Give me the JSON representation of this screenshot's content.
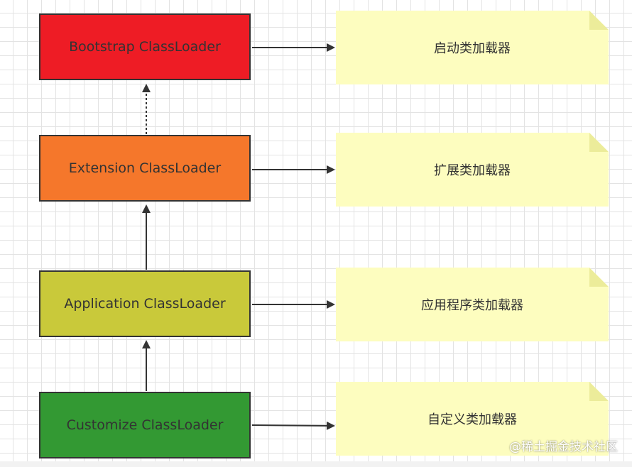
{
  "colors": {
    "bootstrap": "#ee1c25",
    "extension": "#f5772b",
    "application": "#c9c93a",
    "customize": "#339933",
    "note": "#fdfdbf",
    "text": "#333333",
    "arrow": "#333333"
  },
  "loaders": [
    {
      "label": "Bootstrap ClassLoader",
      "note": "启动类加载器"
    },
    {
      "label": "Extension ClassLoader",
      "note": "扩展类加载器"
    },
    {
      "label": "Application ClassLoader",
      "note": "应用程序类加载器"
    },
    {
      "label": "Customize ClassLoader",
      "note": "自定义类加载器"
    }
  ],
  "watermark": "@稀土掘金技术社区"
}
